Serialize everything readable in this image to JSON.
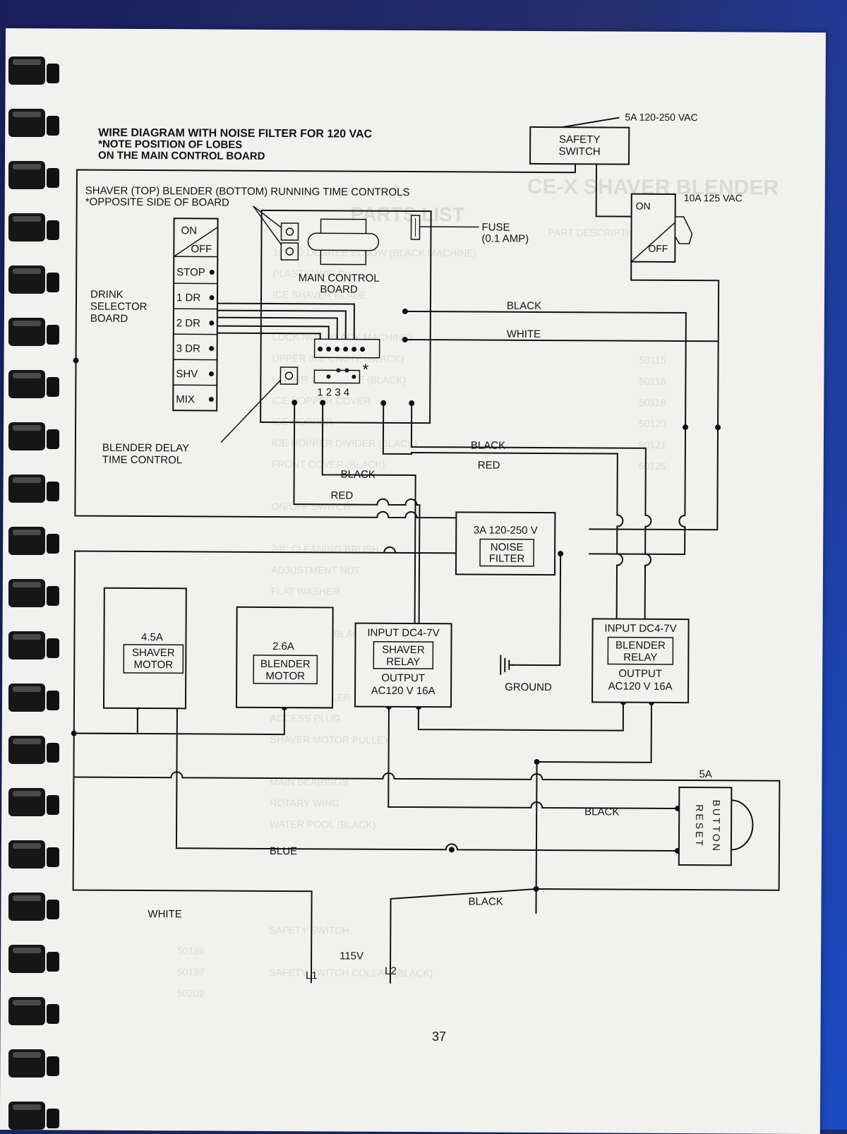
{
  "title": {
    "line1": "WIRE DIAGRAM WITH NOISE FILTER FOR 120 VAC",
    "line2": "*NOTE POSITION OF LOBES",
    "line3": "ON THE MAIN CONTROL BOARD"
  },
  "safety_switch": {
    "rating": "5A 120-250 VAC",
    "line1": "SAFETY",
    "line2": "SWITCH"
  },
  "onoff_switch": {
    "rating": "10A 125 VAC",
    "on": "ON",
    "off": "OFF"
  },
  "running_controls": {
    "line1": "SHAVER (TOP) BLENDER (BOTTOM) RUNNING TIME CONTROLS",
    "line2": "*OPPOSITE SIDE OF BOARD"
  },
  "fuse": {
    "line1": "FUSE",
    "line2": "(0.1 AMP)"
  },
  "main_board": {
    "line1": "MAIN CONTROL",
    "line2": "BOARD"
  },
  "selector": {
    "label_lines": [
      "DRINK",
      "SELECTOR",
      "BOARD"
    ],
    "on": "ON",
    "off": "OFF",
    "buttons": [
      "STOP",
      "1 DR",
      "2 DR",
      "3 DR",
      "SHV",
      "MIX"
    ]
  },
  "terminal_numbers": "1 2 3 4",
  "asterisk": "*",
  "blender_delay": {
    "line1": "BLENDER DELAY",
    "line2": "TIME CONTROL"
  },
  "noise_filter": {
    "rating": "3A 120-250 V",
    "line1": "NOISE",
    "line2": "FILTER"
  },
  "shaver_motor": {
    "rating": "4.5A",
    "line1": "SHAVER",
    "line2": "MOTOR"
  },
  "blender_motor": {
    "rating": "2.6A",
    "line1": "BLENDER",
    "line2": "MOTOR"
  },
  "shaver_relay": {
    "input": "INPUT DC4-7V",
    "line1": "SHAVER",
    "line2": "RELAY",
    "output": "OUTPUT",
    "output_rating": "AC120 V 16A"
  },
  "blender_relay": {
    "input": "INPUT DC4-7V",
    "line1": "BLENDER",
    "line2": "RELAY",
    "output": "OUTPUT",
    "output_rating": "AC120 V 16A"
  },
  "ground": "GROUND",
  "reset_button": {
    "rating": "5A",
    "reset": "RESET",
    "button": "BUTTON"
  },
  "wire_labels": {
    "black_top": "BLACK",
    "white_top": "WHITE",
    "black_mid_right": "BLACK",
    "red_mid_right": "RED",
    "black_mid_left": "BLACK",
    "red_mid_left": "RED",
    "black_reset": "BLACK",
    "blue": "BLUE",
    "white_bottom": "WHITE",
    "black_bottom": "BLACK"
  },
  "supply": {
    "voltage": "115V",
    "l1": "L1",
    "l2": "L2"
  },
  "page_number": "37"
}
